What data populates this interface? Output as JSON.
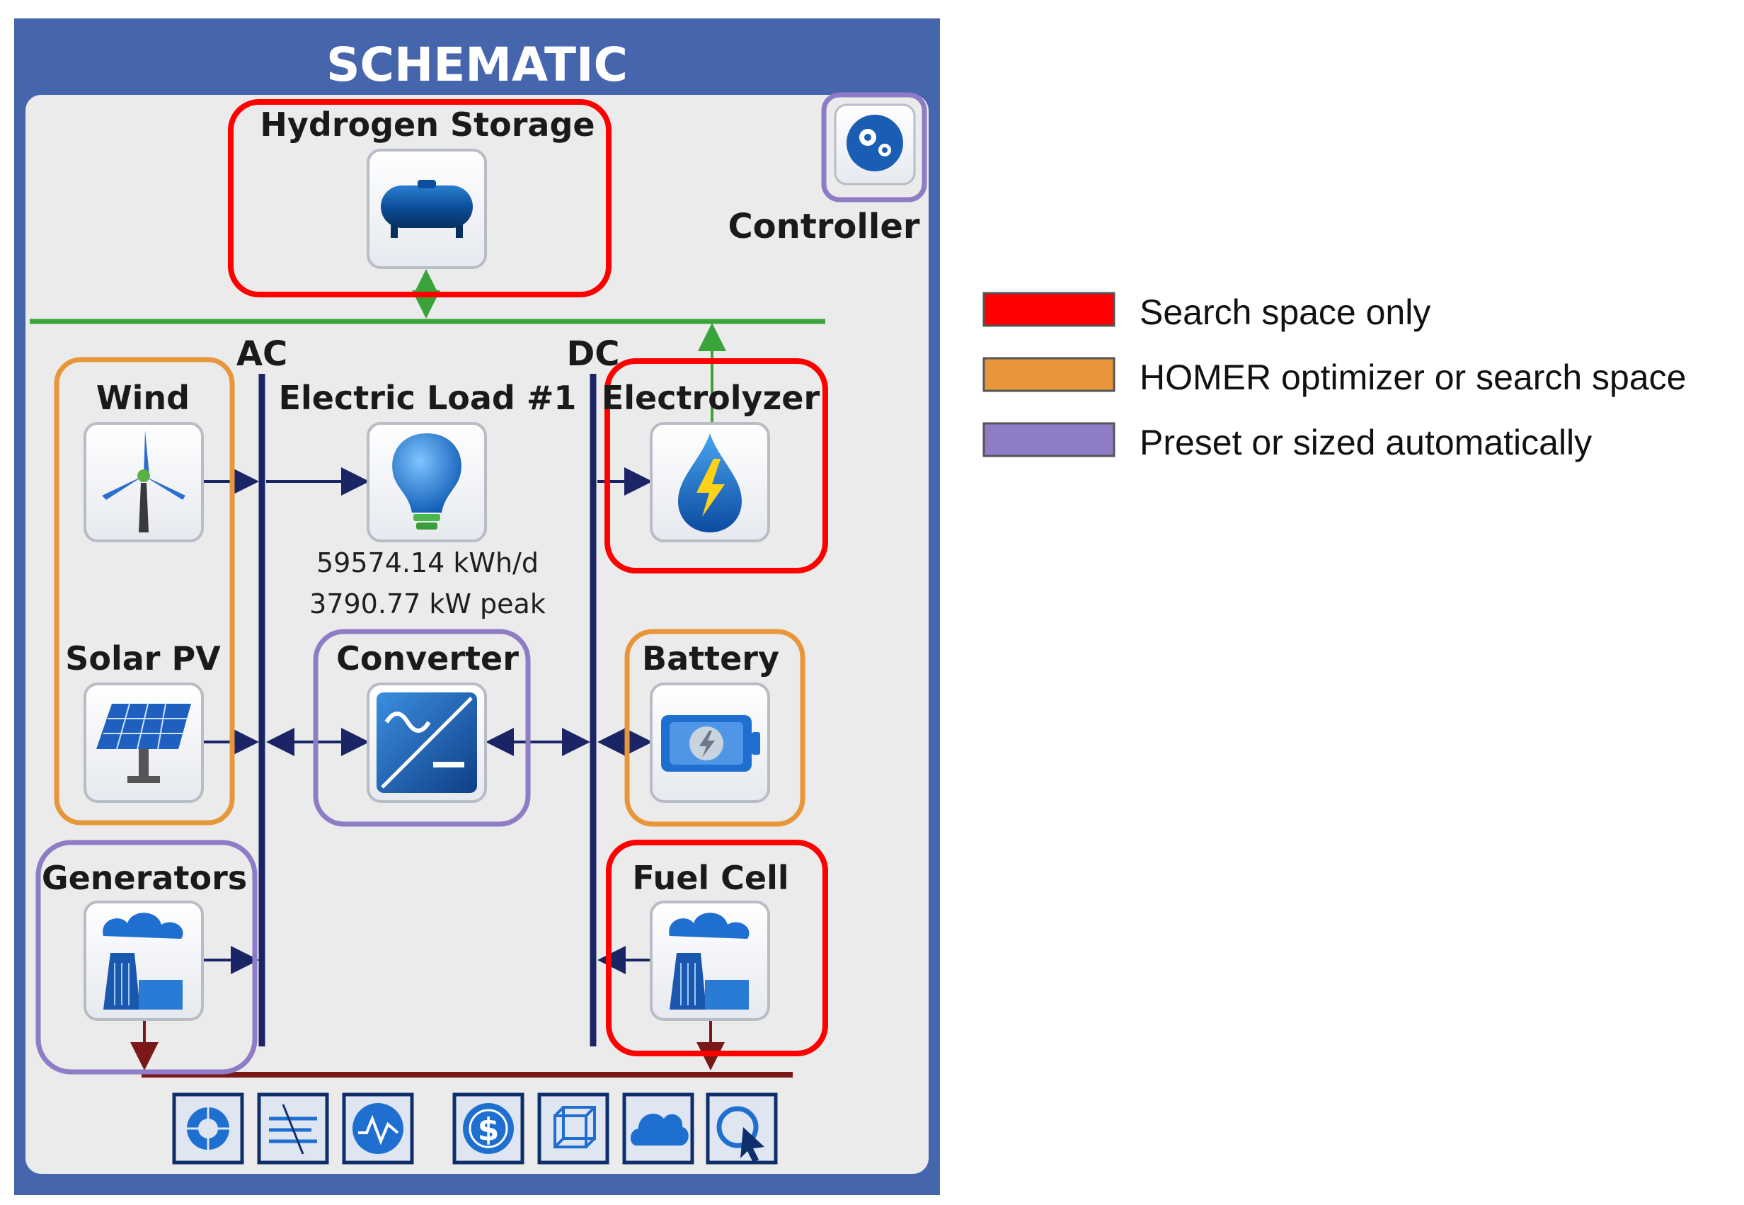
{
  "schematic": {
    "title": "SCHEMATIC",
    "controller_label": "Controller",
    "bus_ac_label": "AC",
    "bus_dc_label": "DC",
    "components": {
      "hydrogen_storage": "Hydrogen Storage",
      "wind": "Wind",
      "electric_load": "Electric Load #1",
      "electrolyzer": "Electrolyzer",
      "solar_pv": "Solar PV",
      "converter": "Converter",
      "battery": "Battery",
      "generators": "Generators",
      "fuel_cell": "Fuel Cell"
    },
    "load_values": {
      "daily": "59574.14 kWh/d",
      "peak": "3790.77 kW peak"
    },
    "toolbar_icons": [
      "compass-icon",
      "wind-speed-icon",
      "waveform-icon",
      "dollar-icon",
      "cube-icon",
      "cloud-icon",
      "refresh-cursor-icon"
    ]
  },
  "legend": {
    "items": [
      {
        "label": "Search space only",
        "color": "#ff0000"
      },
      {
        "label": "HOMER optimizer or search space",
        "color": "#e8963a"
      },
      {
        "label": "Preset or sized automatically",
        "color": "#8f7cc6"
      }
    ]
  },
  "colors": {
    "header_blue": "#4565ad",
    "panel_bg": "#ebebeb",
    "bus_navy": "#1b2566",
    "hydrogen_green": "#3aa33a",
    "thermal_maroon": "#7a1818",
    "search_only": "#ff0000",
    "optimizer": "#e8963a",
    "preset": "#8f7cc6"
  }
}
